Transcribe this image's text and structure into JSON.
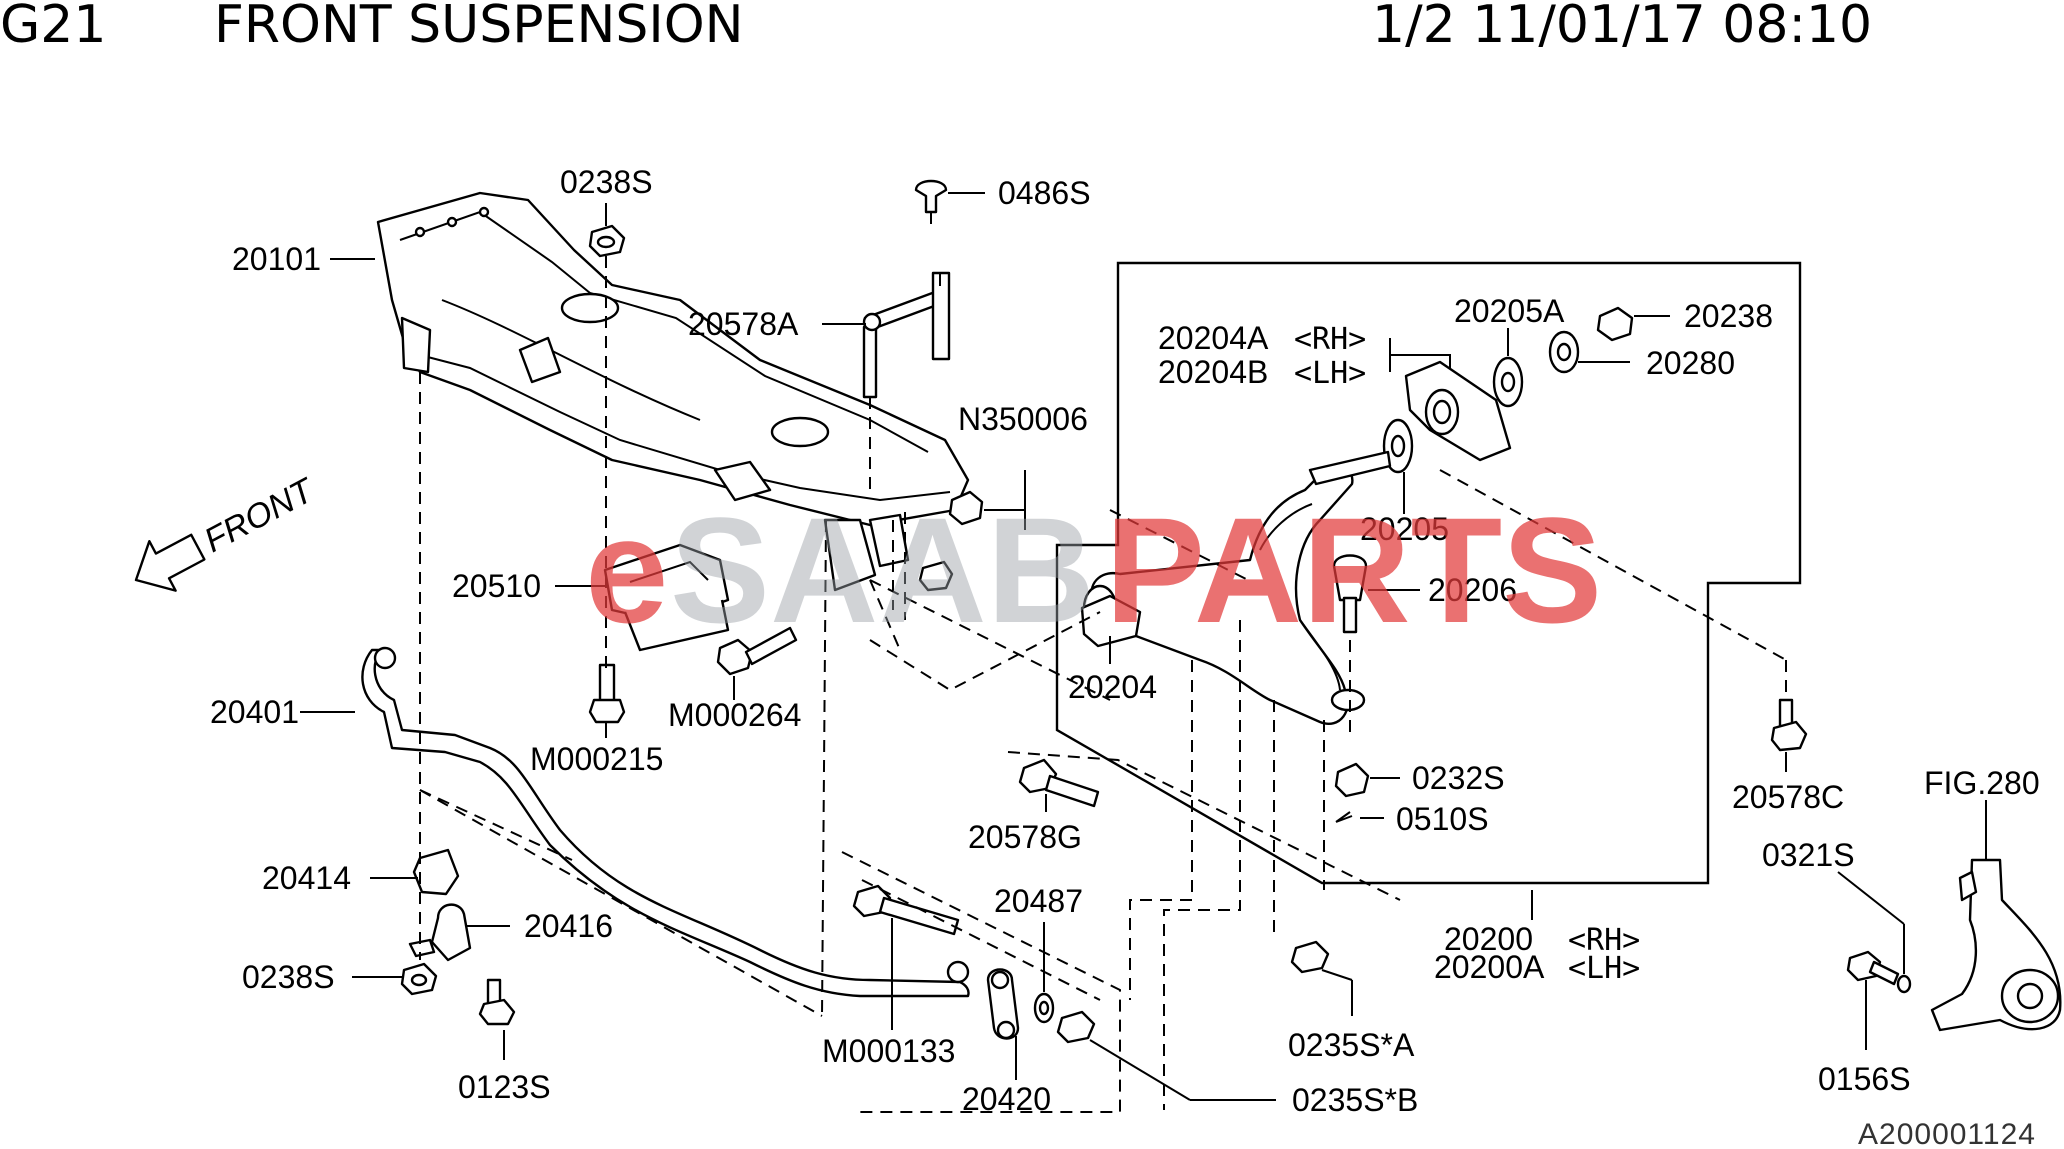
{
  "header": {
    "code": "G21",
    "title": "FRONT SUSPENSION",
    "page_info": "1/2 11/01/17 08:10"
  },
  "watermark": {
    "prefix": "e",
    "middle": "SAAB",
    "suffix": "PARTS",
    "colors": {
      "prefix": "#e23b3b",
      "suffix": "#e23b3b"
    }
  },
  "direction_label": "FRONT",
  "figure_id": "A200001124",
  "parts": {
    "p20101": "20101",
    "p0238S_top": "0238S",
    "p0486S": "0486S",
    "p20578A": "20578A",
    "pN350006": "N350006",
    "p20510": "20510",
    "pM000264": "M000264",
    "pM000215": "M000215",
    "p20401": "20401",
    "p20414": "20414",
    "p20416": "20416",
    "p0238S_bottom": "0238S",
    "p0123S": "0123S",
    "pM000133": "M000133",
    "p20487": "20487",
    "p20420": "20420",
    "p20578G": "20578G",
    "p0235S_A": "0235S*A",
    "p0235S_B": "0235S*B",
    "p20204A": "20204A",
    "p20204B": "20204B",
    "p20205A": "20205A",
    "p20238": "20238",
    "p20280": "20280",
    "p20205": "20205",
    "p20206": "20206",
    "p20204": "20204",
    "p0232S": "0232S",
    "p0510S": "0510S",
    "p20578C": "20578C",
    "p20200": "20200",
    "p20200A": "20200A",
    "pFIG280": "FIG.280",
    "p0321S": "0321S",
    "p0156S": "0156S"
  },
  "side_labels": {
    "rh": "<RH>",
    "lh": "<LH>",
    "rh2": "<RH>",
    "lh2": "<LH>"
  }
}
